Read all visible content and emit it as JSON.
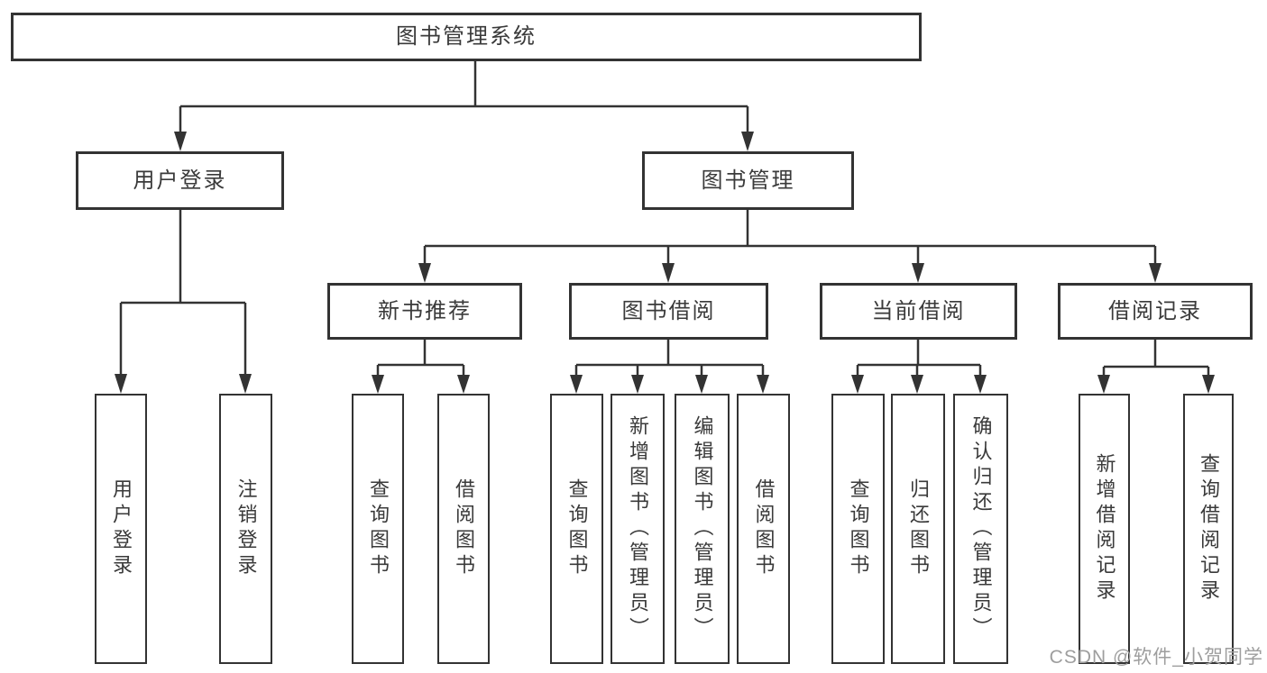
{
  "tree": {
    "root": "图书管理系统",
    "children": [
      {
        "label": "用户登录",
        "children": [
          "用户登录",
          "注销登录"
        ]
      },
      {
        "label": "图书管理",
        "children": [
          {
            "label": "新书推荐",
            "children": [
              "查询图书",
              "借阅图书"
            ]
          },
          {
            "label": "图书借阅",
            "children": [
              "查询图书",
              "新增图书（管理员）",
              "编辑图书（管理员）",
              "借阅图书"
            ]
          },
          {
            "label": "当前借阅",
            "children": [
              "查询图书",
              "归还图书",
              "确认归还（管理员）"
            ]
          },
          {
            "label": "借阅记录",
            "children": [
              "新增借阅记录",
              "查询借阅记录"
            ]
          }
        ]
      }
    ]
  },
  "watermark": "CSDN @软件_小贺同学",
  "colors": {
    "line": "#333333",
    "box_border": "#333333",
    "text": "#3a3a3a",
    "watermark": "#9e9e9e",
    "background": "#ffffff"
  }
}
